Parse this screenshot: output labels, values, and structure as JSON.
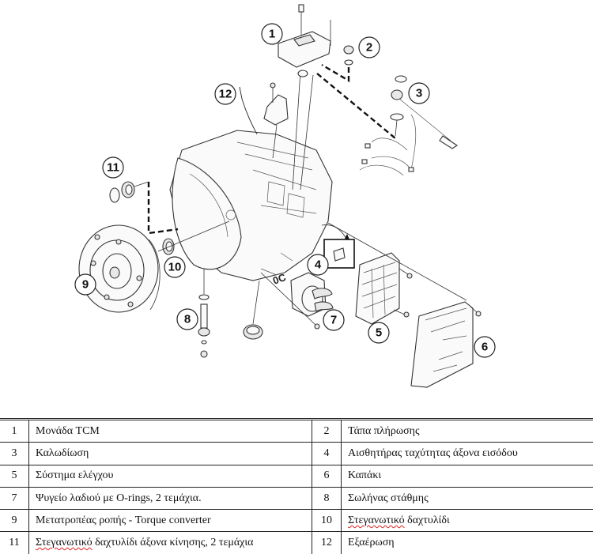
{
  "diagram": {
    "subject": "Automatic transmission exploded view",
    "callouts": [
      {
        "num": "1"
      },
      {
        "num": "2"
      },
      {
        "num": "3"
      },
      {
        "num": "4"
      },
      {
        "num": "5"
      },
      {
        "num": "6"
      },
      {
        "num": "7"
      },
      {
        "num": "8"
      },
      {
        "num": "9"
      },
      {
        "num": "10"
      },
      {
        "num": "11"
      },
      {
        "num": "12"
      }
    ]
  },
  "legend": {
    "rows": [
      {
        "left_num": "1",
        "left_desc": "Μονάδα TCM",
        "right_num": "2",
        "right_desc": "Τάπα πλήρωσης"
      },
      {
        "left_num": "3",
        "left_desc": "Καλωδίωση",
        "right_num": "4",
        "right_desc": "Αισθητήρας ταχύτητας άξονα εισόδου"
      },
      {
        "left_num": "5",
        "left_desc": "Σύστημα ελέγχου",
        "right_num": "6",
        "right_desc": "Καπάκι"
      },
      {
        "left_num": "7",
        "left_desc": "Ψυγείο λαδιού με O-rings, 2 τεμάχια.",
        "right_num": "8",
        "right_desc": "Σωλήνας στάθμης"
      },
      {
        "left_num": "9",
        "left_desc": "Μετατροπέας ροπής - Torque converter",
        "right_num": "10",
        "right_desc_squiggle": "Στεγανωτικό",
        "right_desc": " δαχτυλίδι"
      },
      {
        "left_num": "11",
        "left_desc_squiggle": "Στεγανωτικό",
        "left_desc": " δαχτυλίδι άξονα κίνησης, 2 τεμάχια",
        "right_num": "12",
        "right_desc": "Εξαέρωση"
      }
    ]
  }
}
